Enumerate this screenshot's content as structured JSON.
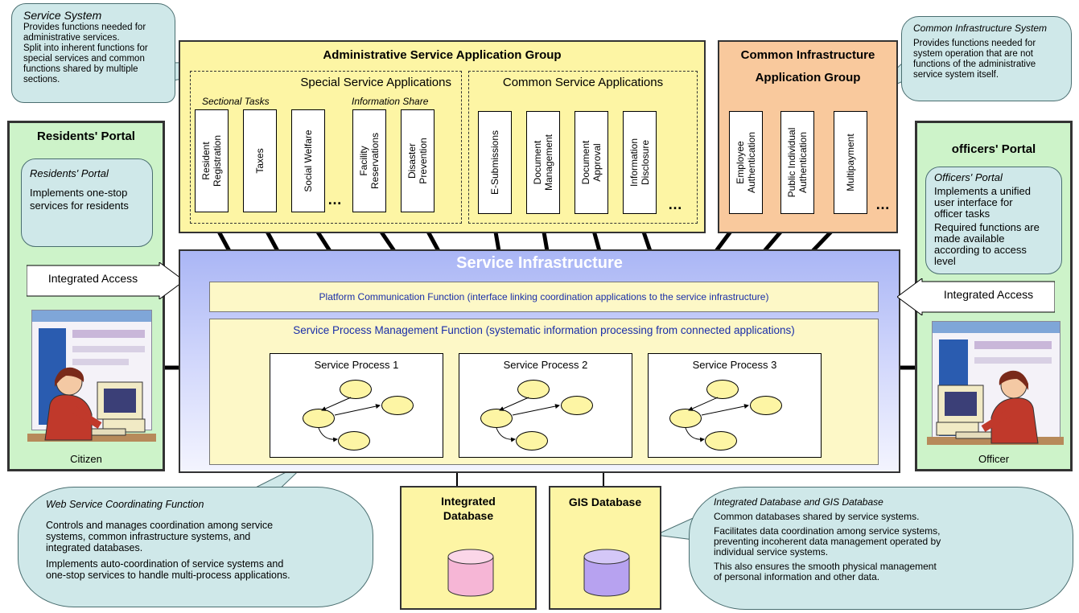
{
  "service_system": {
    "title": "Service System",
    "lines": [
      "Provides functions needed for",
      "administrative services.",
      "Split into inherent functions for",
      "special services and common",
      "functions shared by multiple",
      "sections."
    ]
  },
  "admin_group": {
    "title": "Administrative Service Application Group",
    "special": {
      "title": "Special Service Applications",
      "sectional_label": "Sectional Tasks",
      "info_label": "Information Share",
      "apps": [
        "Resident\nRegistration",
        "Taxes",
        "Social Welfare",
        "Facility\nReservations",
        "Disaster\nPrevention"
      ]
    },
    "common": {
      "title": "Common Service Applications",
      "apps": [
        "E-Submissions",
        "Document\nManagement",
        "Document\nApproval",
        "Information\nDisclosure"
      ]
    },
    "ellipsis": "…"
  },
  "common_infra_group": {
    "title_line1": "Common Infrastructure",
    "title_line2": "Application Group",
    "apps": [
      "Employee\nAuthentication",
      "Public Individual\nAuthentication",
      "Multipayment"
    ],
    "ellipsis": "…"
  },
  "common_infra_system": {
    "title": "Common Infrastructure System",
    "lines": [
      "Provides functions needed for",
      "system operation that are not",
      "functions of the administrative",
      "service system itself."
    ]
  },
  "residents_portal": {
    "title": "Residents' Portal",
    "callout_title": "Residents' Portal",
    "callout_lines": [
      "Implements one-stop",
      "services for residents"
    ],
    "access": "Integrated Access",
    "person_label": "Citizen"
  },
  "officers_portal": {
    "title": "officers' Portal",
    "callout_title": "Officers' Portal",
    "callout_p1": [
      "Implements a unified",
      "user interface for",
      "officer tasks"
    ],
    "callout_p2": [
      "Required functions are",
      "made available",
      "according to access",
      "level"
    ],
    "access": "Integrated Access",
    "person_label": "Officer"
  },
  "service_infra": {
    "title": "Service Infrastructure",
    "platform_comm": "Platform Communication Function (interface linking coordination applications to the service infrastructure)",
    "process_mgmt": "Service Process Management Function (systematic information processing from connected applications)",
    "processes": [
      "Service Process 1",
      "Service Process 2",
      "Service Process 3"
    ]
  },
  "databases": {
    "integrated": [
      "Integrated",
      "Database"
    ],
    "gis": "GIS Database"
  },
  "web_service": {
    "title": "Web Service Coordinating Function",
    "p1": [
      "Controls and manages coordination among service",
      "systems, common infrastructure systems, and",
      "integrated databases."
    ],
    "p2": [
      "Implements auto-coordination of service systems and",
      "one-stop services to handle multi-process applications."
    ]
  },
  "db_callout": {
    "title": "Integrated Database and GIS Database",
    "p1": [
      "Common databases shared by service systems."
    ],
    "p2": [
      "Facilitates data coordination among service systems,",
      "preventing incoherent data management operated by",
      "individual service systems."
    ],
    "p3": [
      "This also ensures the smooth physical management",
      "of personal information and other data."
    ]
  },
  "colors": {
    "yellow": "#fdf5a4",
    "orange": "#f9c99d",
    "green": "#cdf3c9",
    "infra": "#c7cffa",
    "callout": "#cfe8e9",
    "db_pink": "#f6b6d6",
    "db_purple": "#b7a2f0"
  }
}
